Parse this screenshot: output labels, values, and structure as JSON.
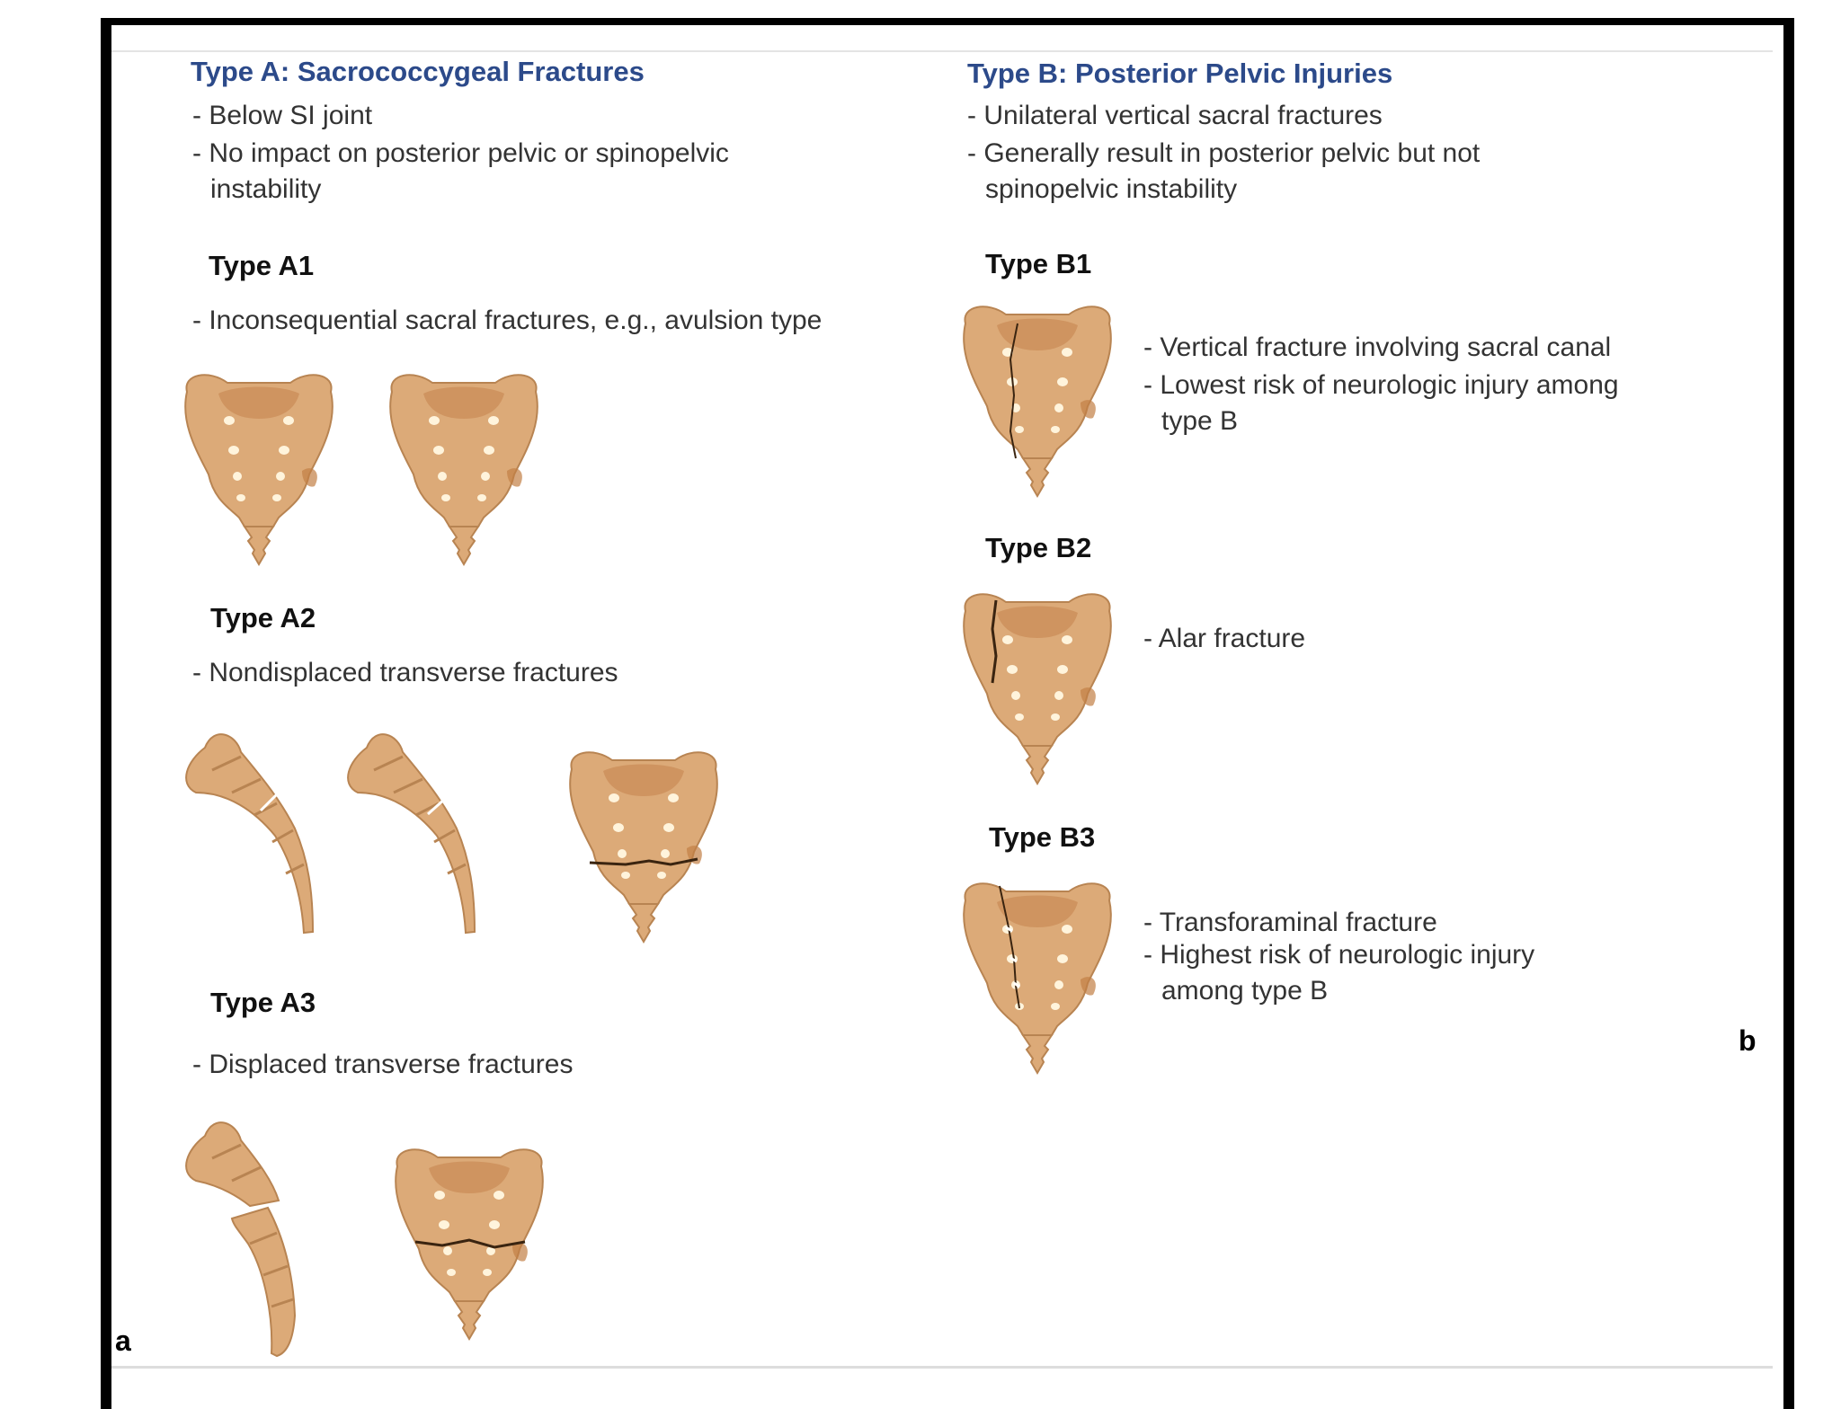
{
  "type_a": {
    "header": "Type A: Sacrococcygeal Fractures",
    "bullets": [
      "- Below SI joint",
      "- No impact on posterior pelvic or spinopelvic",
      "instability"
    ],
    "a1": {
      "title": "Type A1",
      "desc": "- Inconsequential sacral fractures, e.g., avulsion type"
    },
    "a2": {
      "title": "Type A2",
      "desc": "- Nondisplaced transverse fractures"
    },
    "a3": {
      "title": "Type A3",
      "desc": "- Displaced transverse fractures"
    }
  },
  "type_b": {
    "header": "Type B: Posterior Pelvic Injuries",
    "bullets": [
      "- Unilateral vertical sacral fractures",
      "- Generally result in posterior pelvic but not",
      "spinopelvic instability"
    ],
    "b1": {
      "title": "Type B1",
      "desc": [
        "- Vertical fracture involving sacral canal",
        "- Lowest risk of neurologic injury among",
        "type B"
      ]
    },
    "b2": {
      "title": "Type B2",
      "desc": [
        "- Alar fracture"
      ]
    },
    "b3": {
      "title": "Type B3",
      "desc": [
        "- Transforaminal fracture",
        "- Highest risk of neurologic injury",
        "among type B"
      ]
    }
  },
  "corner_labels": {
    "a": "a",
    "b": "b"
  },
  "colors": {
    "header": "#2c4a8a",
    "bone": "#dcaa78",
    "bone_dark": "#b9804e",
    "frame": "#000000"
  }
}
